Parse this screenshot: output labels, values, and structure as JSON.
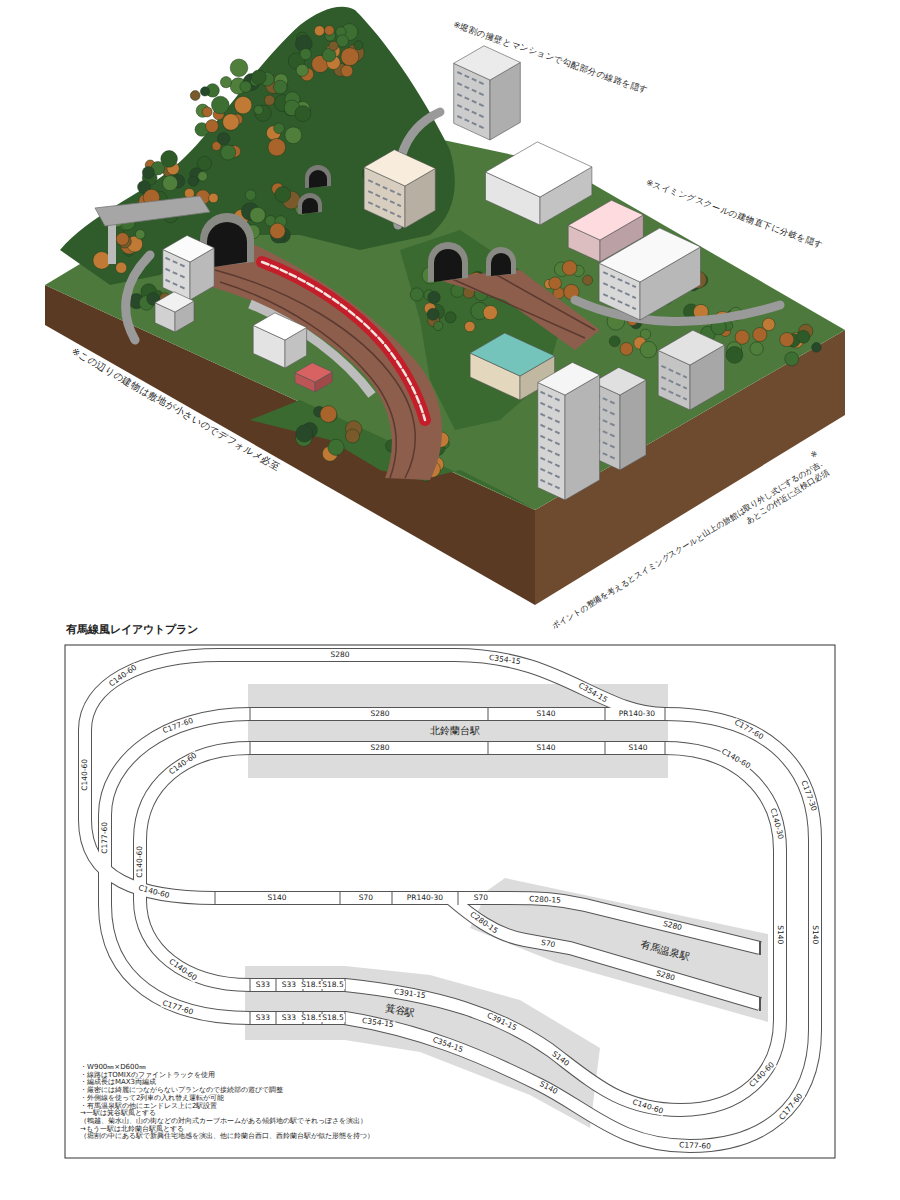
{
  "diagram": {
    "title": "有馬線風レイアウトプラン",
    "nodes": [
      {
        "text": [
          "北鈴蘭台駅"
        ]
      },
      {
        "text": [
          "有馬温泉駅"
        ]
      },
      {
        "text": [
          "箕谷駅"
        ]
      }
    ],
    "labels": [
      "※堀割の擁壁とマンションで勾配部分の線路を隠す",
      "※スイミングスクールの建物直下に分岐を隠す",
      "※この辺りの建物は敷地が小さいのでデフォルメ必至",
      "※ポイントの整備を考えるとスイミングスクールと山上の旅館は取り外し式にするのが吉、 あとこの付近に点検口必須",
      "C140-60",
      "S280",
      "C354-15",
      "C354-15",
      "S280",
      "S140",
      "PR140-30",
      "C177-60",
      "C177-60",
      "S280",
      "S140",
      "S140",
      "C140-60",
      "C140-60",
      "C140-60",
      "C140-30",
      "C177-30",
      "C177-60",
      "C140-60",
      "C140-60",
      "S140",
      "S70",
      "PR140-30",
      "S70",
      "C280-15",
      "C280-15",
      "S70",
      "S280",
      "S140",
      "S140",
      "S280",
      "C140-60",
      "C177-60",
      "S33",
      "S33",
      "S18.5",
      "S18.5",
      "C391-15",
      "C391-15",
      "S33",
      "S33",
      "S18.5",
      "S18.5",
      "C354-15",
      "C354-15",
      "S140",
      "S140",
      "C140-60",
      "C177-60",
      "C140-60",
      "C177-60",
      "・W900㎜×D600㎜",
      "・線路はTOMIXのファイントラックを使用",
      "・編成長はMAX3両編成",
      "・厳密には綺麗につながらないプランなので接続部の遊びで調整",
      "・外側線を使って2列車の入れ替え運転が可能",
      "・有馬温泉駅の他にエンドレス上に2駅設置",
      "→一駅は箕谷駅風とする",
      "（鵯越、菊水山、山の街などの対向式カーブホームがある傾斜地の駅でそれっぽさを演出）",
      "→もう一駅は北鈴蘭台駅風とする",
      "（堀割の中にある駅で新興住宅地感を演出、他に鈴蘭台西口、西鈴蘭台駅が似た形態を持つ）"
    ]
  }
}
